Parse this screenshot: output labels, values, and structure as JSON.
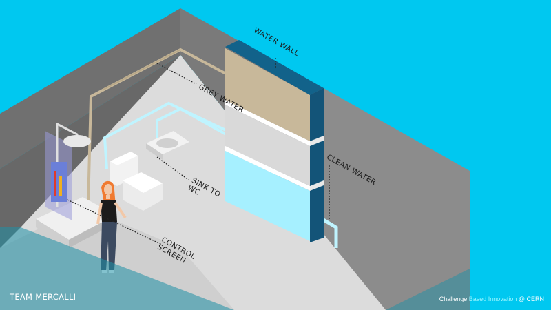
{
  "labels": {
    "water_wall": "WATER WALL",
    "grey_water": "GREY WATER",
    "clean_water": "CLEAN WATER",
    "sink_to_wc_line1": "SINK TO",
    "sink_to_wc_line2": "WC",
    "control_screen_line1": "CONTROL",
    "control_screen_line2": "SCREEN"
  },
  "footer": {
    "team": "TEAM MERCALLI",
    "credit_part1": "Challenge",
    "credit_part2": "Based Innovation",
    "credit_part3": "@ CERN"
  },
  "colors": {
    "background": "#00c8f0",
    "wall_back": "#6f6f6f",
    "wall_right": "#8c8c8c",
    "floor": "#dcdcdc",
    "grey_water_tank": "#c8b89a",
    "grey_water_pipe": "#c8b89a",
    "clean_water_tank": "#a6f0ff",
    "clean_water_pipe": "#bff4ff",
    "wall_frame": "#125a80",
    "overlay": "#1d8fa6"
  },
  "icons": [
    "person-figure",
    "shower-head-icon",
    "sink-icon",
    "toilet-icon",
    "control-screen-icon"
  ]
}
